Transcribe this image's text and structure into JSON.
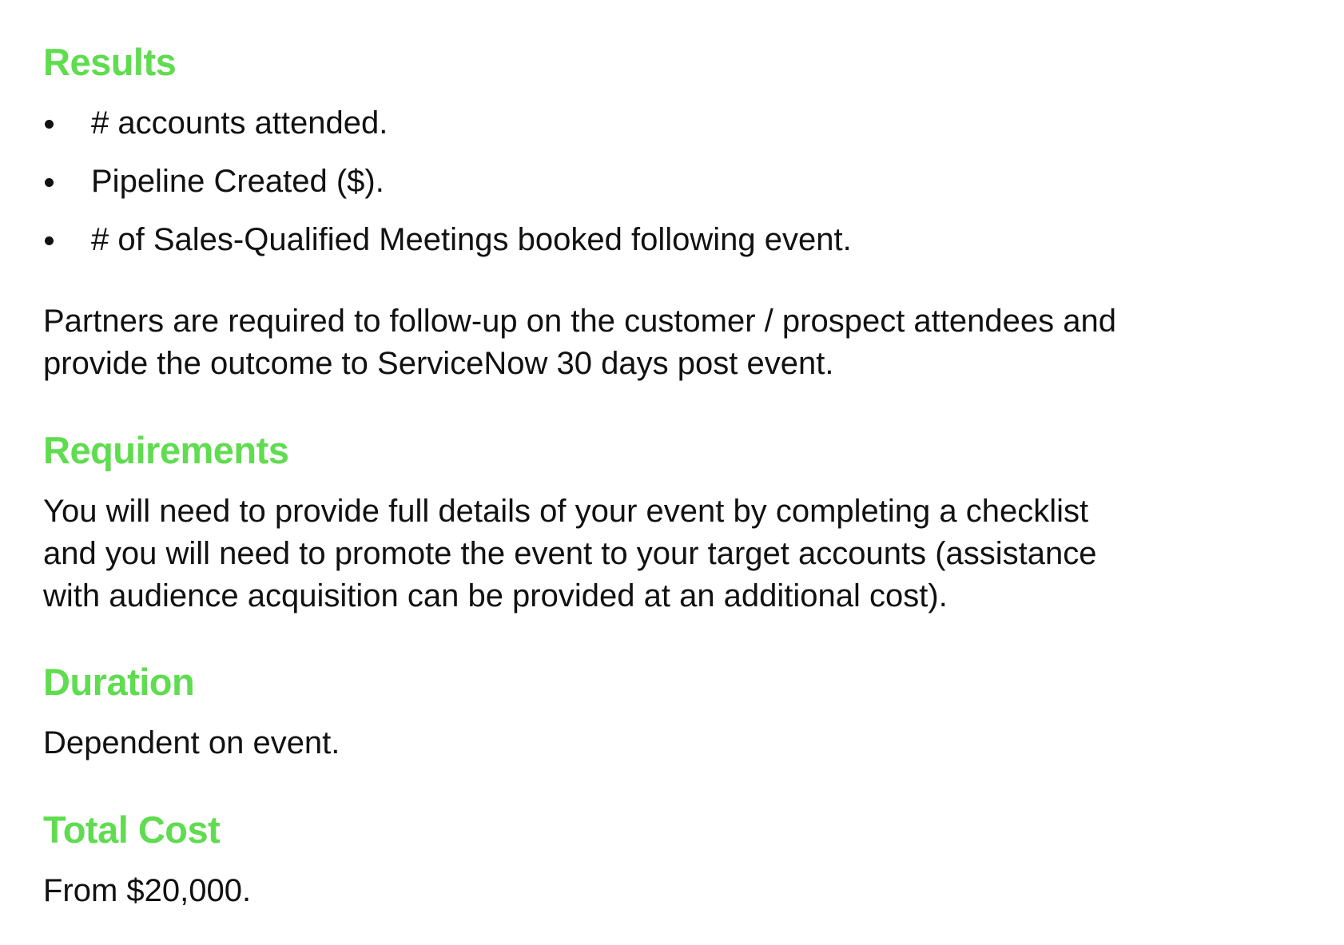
{
  "colors": {
    "heading": "#5fdc4f",
    "text": "#111111",
    "background": "#ffffff"
  },
  "results": {
    "heading": "Results",
    "bullets": [
      "# accounts attended.",
      "Pipeline Created ($).",
      "# of Sales-Qualified Meetings booked following event."
    ],
    "paragraph_line1": "Partners are required to follow-up on the customer / prospect attendees and",
    "paragraph_line2": "provide the outcome to ServiceNow 30 days post event."
  },
  "requirements": {
    "heading": "Requirements",
    "line1": "You will need to provide full details of your event by completing a checklist",
    "line2": "and you will need to promote the event to your target accounts (assistance",
    "line3": "with audience acquisition can be provided at an additional cost)."
  },
  "duration": {
    "heading": "Duration",
    "text": "Dependent on event."
  },
  "total_cost": {
    "heading": "Total Cost",
    "text": "From $20,000."
  }
}
